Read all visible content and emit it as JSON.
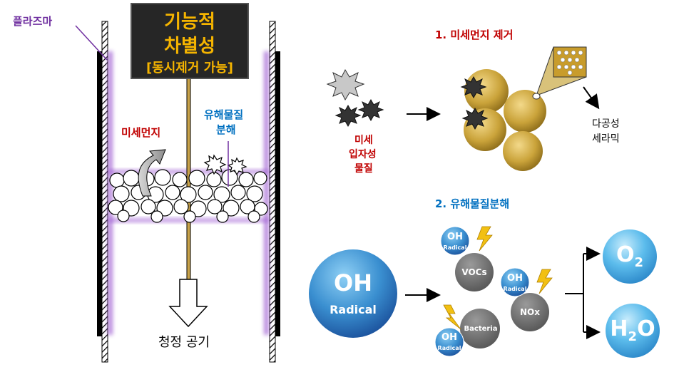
{
  "left_panel": {
    "plasma_label": "플라즈마",
    "title_line1": "기능적",
    "title_line2": "차별성",
    "title_line3": "[동시제거 가능]",
    "fine_dust_label": "미세먼지",
    "harmful_label_line1": "유해물질",
    "harmful_label_line2": "분해",
    "clean_air_label": "청정 공기"
  },
  "right_top": {
    "heading": "1. 미세먼지 제거",
    "particle_line1": "미세",
    "particle_line2": "입자성",
    "particle_line3": "물질",
    "ceramic_line1": "다공성",
    "ceramic_line2": "세라믹"
  },
  "right_bottom": {
    "heading": "2. 유해물질분해",
    "oh_main": "OH",
    "radical_main": "Radical",
    "oh_small": "OH",
    "radical_small": "Radical",
    "vocs": "VOCs",
    "nox": "NOx",
    "bacteria": "Bacteria",
    "o2_base": "O",
    "o2_sub": "2",
    "h2o_h": "H",
    "h2o_sub": "2",
    "h2o_o": "O"
  },
  "colors": {
    "plasma_purple": "#7030a0",
    "heading_red": "#c00000",
    "heading_blue": "#0070c0",
    "title_text": "#f5b400",
    "gold_sphere": "#c8a22c",
    "blue_sphere": "#2f7fc4",
    "gray_sphere": "#6b6b6b"
  },
  "icons": [
    "spark-icon",
    "lightning-icon",
    "arrow-right-icon",
    "arrow-down-icon"
  ]
}
